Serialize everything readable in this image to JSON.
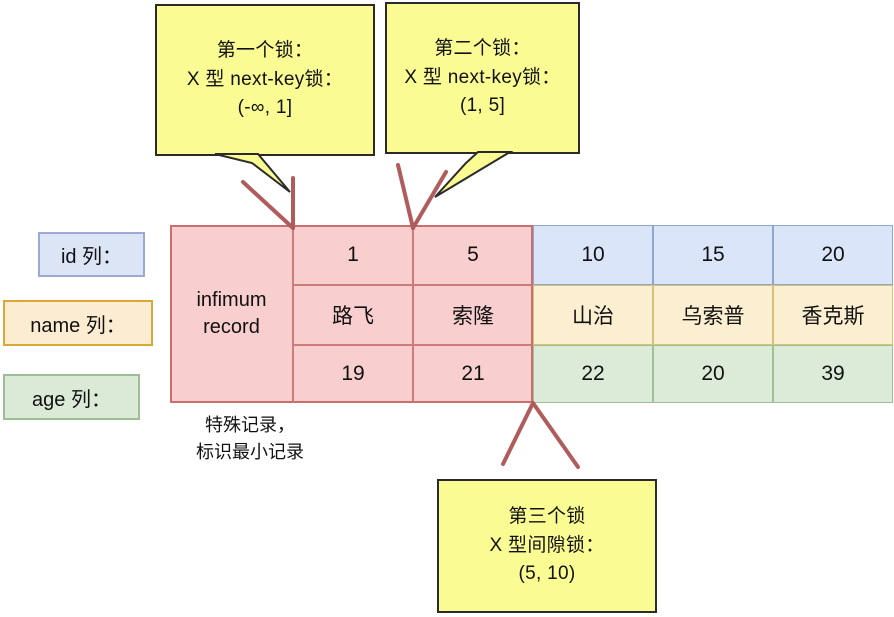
{
  "diagram": {
    "title": "InnoDB next-key lock diagram",
    "colors": {
      "callout_fill": "#fbfb93",
      "callout_border": "#2b2b2b",
      "pointer_line": "#b05c5c",
      "pink_cell": "#f9cece",
      "pink_border": "#cd7b7b",
      "blue_cell": "#dae5f9",
      "blue_border": "#91a6cd",
      "cream_cell": "#fcefd1",
      "cream_border": "#d8c077",
      "green_cell": "#dbead7",
      "green_border": "#9ec196"
    }
  },
  "callouts": [
    {
      "id": "first-lock",
      "line1": "第一个锁：",
      "line2": "X 型 next-key锁：",
      "line3": "(-∞, 1]"
    },
    {
      "id": "second-lock",
      "line1": "第二个锁：",
      "line2": "X 型 next-key锁：",
      "line3": "(1, 5]"
    },
    {
      "id": "third-lock",
      "line1": "第三个锁",
      "line2": "X 型间隙锁：",
      "line3": "(5, 10)"
    }
  ],
  "legend": [
    {
      "id": "id-column",
      "label": "id 列："
    },
    {
      "id": "name-column",
      "label": "name 列："
    },
    {
      "id": "age-column",
      "label": "age 列："
    }
  ],
  "table": {
    "infimum": {
      "line1": "infimum",
      "line2": "record"
    },
    "rows": [
      {
        "name": "id",
        "values": [
          "1",
          "5",
          "10",
          "15",
          "20"
        ]
      },
      {
        "name": "name",
        "values": [
          "路飞",
          "索隆",
          "山治",
          "乌索普",
          "香克斯"
        ]
      },
      {
        "name": "age",
        "values": [
          "19",
          "21",
          "22",
          "20",
          "39"
        ]
      }
    ]
  },
  "caption": {
    "line1": "特殊记录，",
    "line2": "标识最小记录"
  }
}
